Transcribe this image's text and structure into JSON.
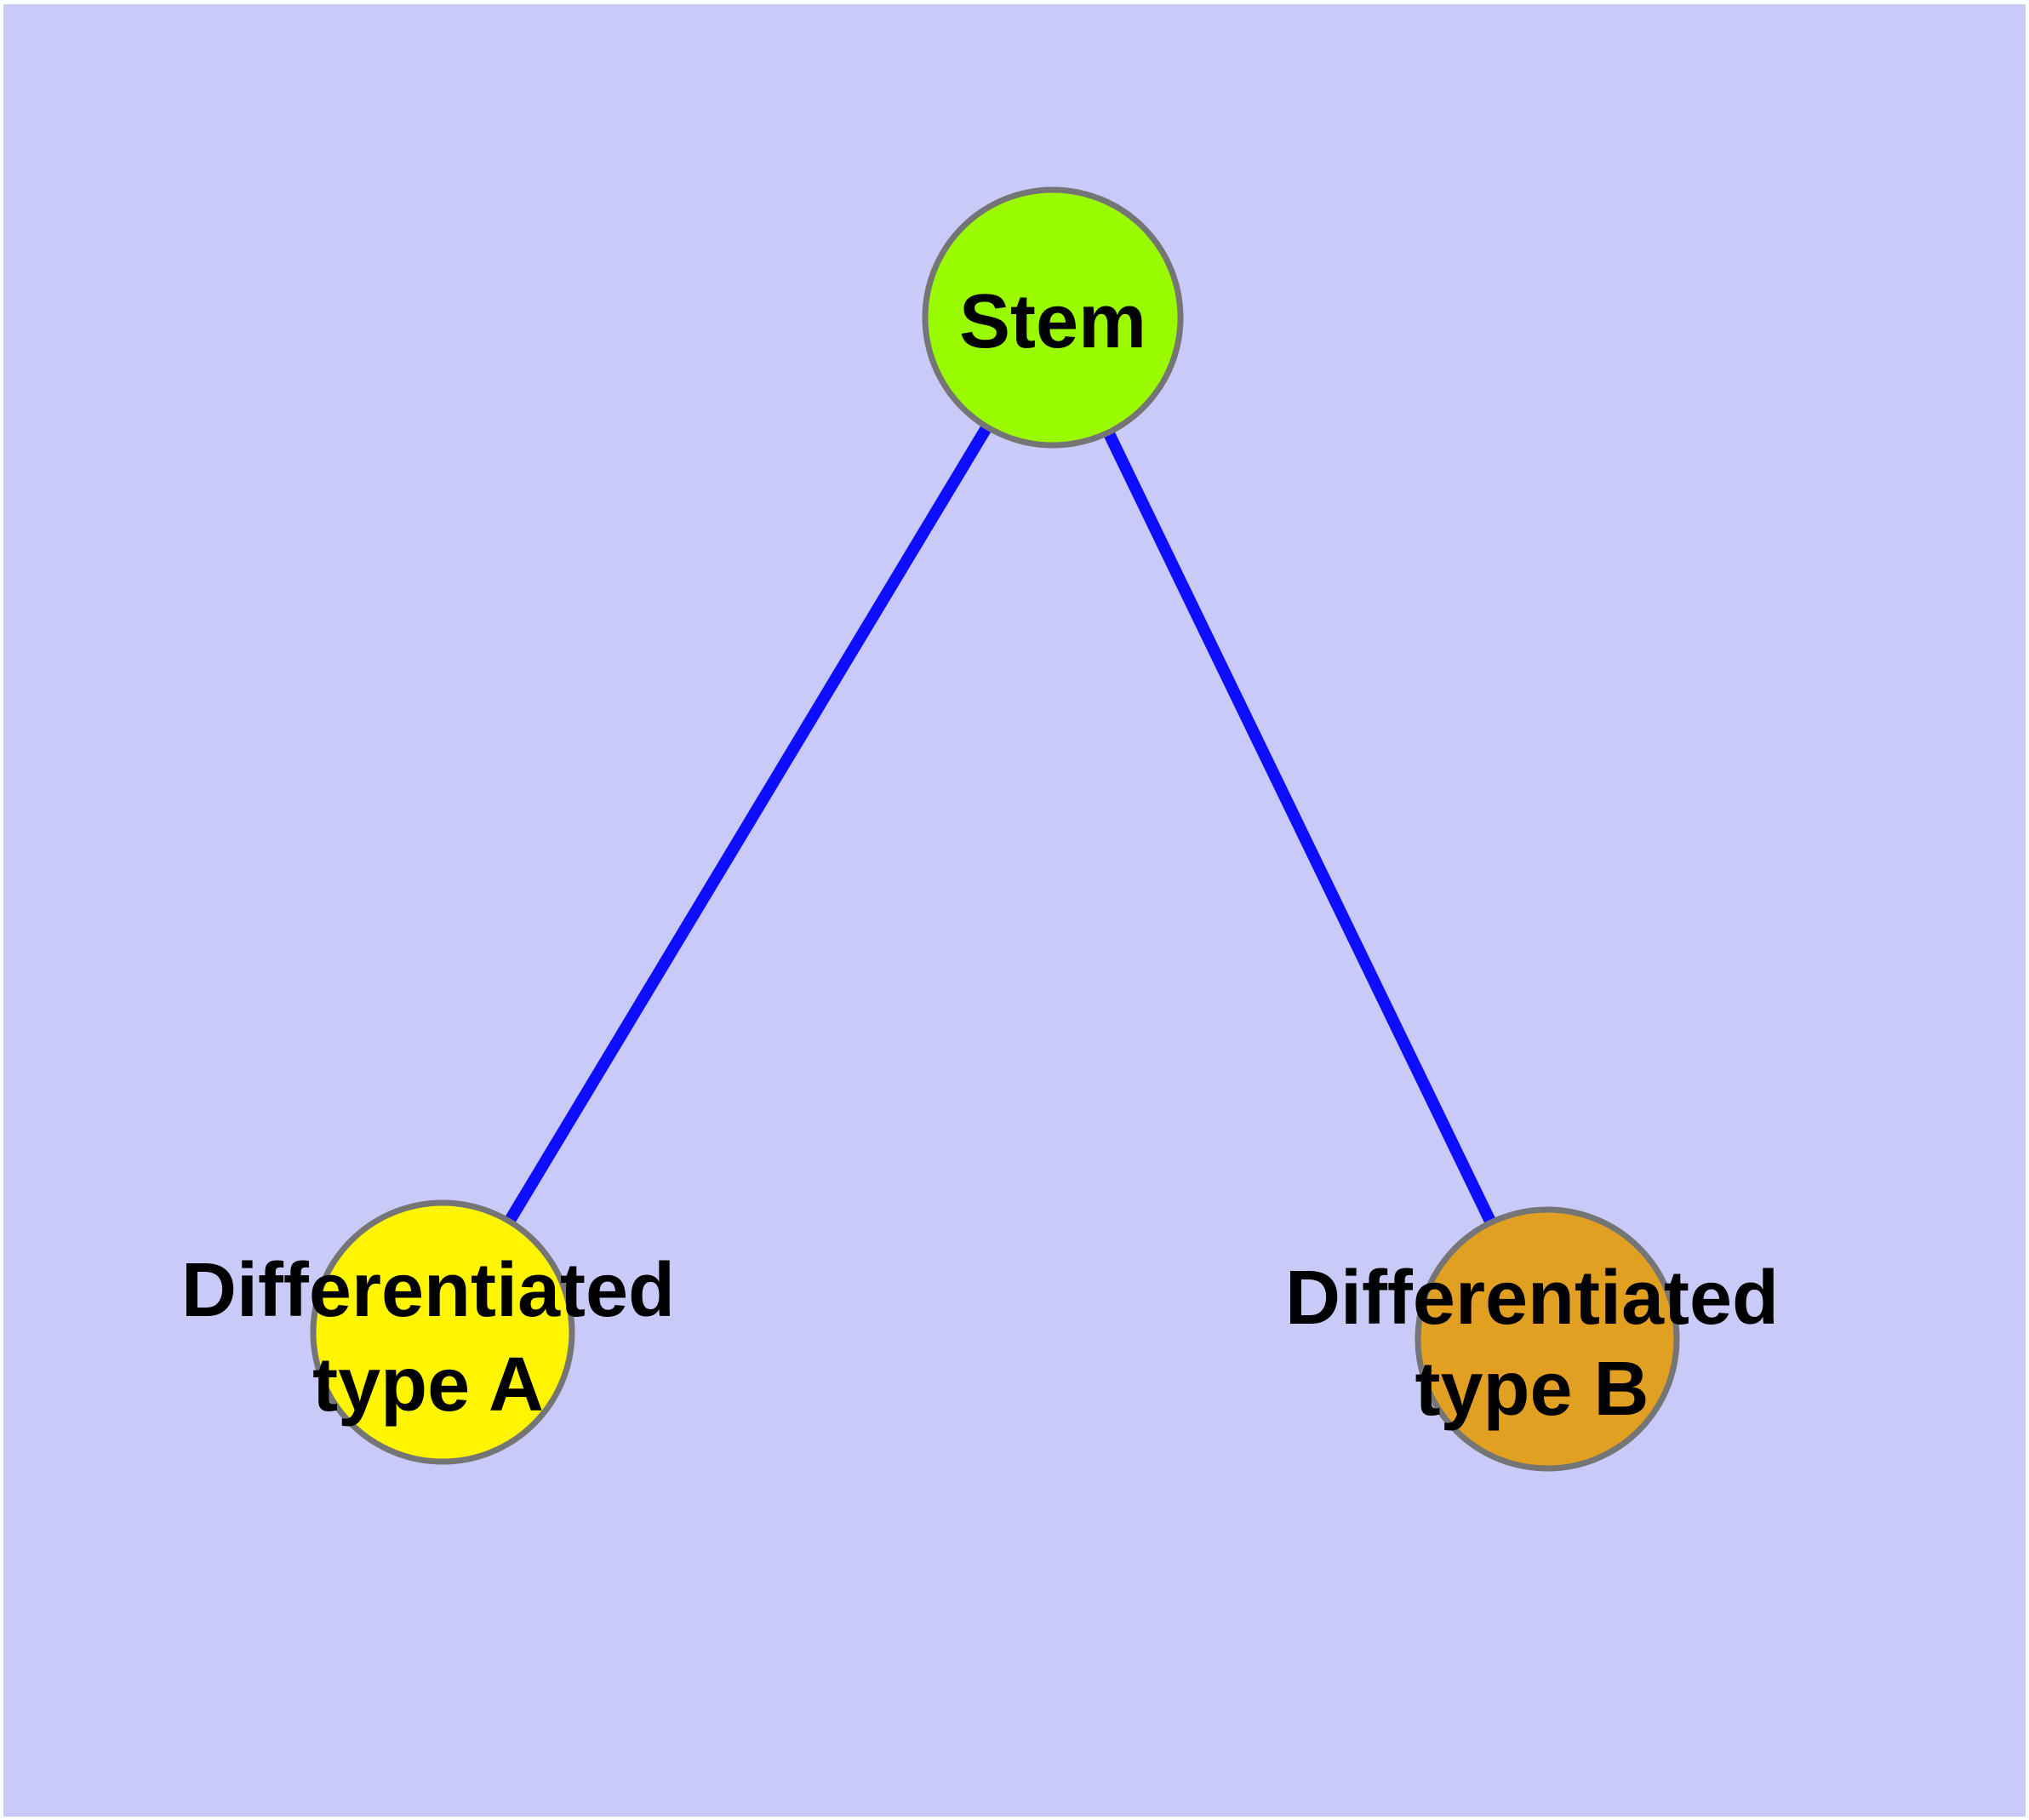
{
  "canvas": {
    "frame_color": "#FFFFFF",
    "background_color": "#CACAF8"
  },
  "graph": {
    "edge_color": "#0D0DFF",
    "node_border_color": "#757575",
    "label_color": "#000000",
    "nodes": {
      "stem": {
        "label": "Stem",
        "fill": "#9AFB00"
      },
      "type_a": {
        "label_line1": "Differentiated",
        "label_line2": "type A",
        "fill": "#FFF500"
      },
      "type_b": {
        "label_line1": "Differentiated",
        "label_line2": "type B",
        "fill": "#E2A022"
      }
    },
    "edges": [
      {
        "from": "Stem",
        "to": "Differentiated type A"
      },
      {
        "from": "Stem",
        "to": "Differentiated type B"
      }
    ]
  }
}
